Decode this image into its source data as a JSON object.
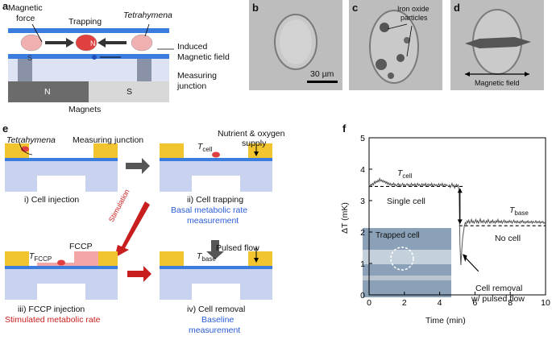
{
  "panels": {
    "a": "a",
    "b": "b",
    "c": "c",
    "d": "d",
    "e": "e",
    "f": "f"
  },
  "panel_a": {
    "magnetic_force": "Magnetic",
    "magnetic_force2": "force",
    "trapping": "Trapping",
    "tetrahymena": "Tetrahymena",
    "induced1": "Induced",
    "induced2": "Magnetic field",
    "measuring1": "Measuring",
    "measuring2": "junction",
    "magnet_n": "N",
    "magnet_s": "S",
    "magnets": "Magnets",
    "bead_s": "S",
    "bead_n": "N"
  },
  "panel_b": {
    "scalebar": "30 µm"
  },
  "panel_c": {
    "label1": "Iron oxide",
    "label2": "particles"
  },
  "panel_d": {
    "label": "Magnetic field"
  },
  "panel_e": {
    "tetrahymena": "Tetrahymena",
    "measuring_junction": "Measuring junction",
    "nutrient1": "Nutrient & oxygen",
    "nutrient2": "supply",
    "tcell": "T",
    "tcell_sub": "cell",
    "step1": "i) Cell injection",
    "step2": "ii) Cell trapping",
    "step2_sub1": "Basal metabolic rate",
    "step2_sub2": "measurement",
    "stimulation": "Stimulation",
    "fccp": "FCCP",
    "tfccp": "T",
    "tfccp_sub": "FCCP",
    "pulsed": "Pulsed flow",
    "tbase": "T",
    "tbase_sub": "base",
    "step3": "iii) FCCP injection",
    "step3_sub": "Stimulated metabolic rate",
    "step4": "iv) Cell removal",
    "step4_sub1": "Baseline",
    "step4_sub2": "measurement"
  },
  "chart_data": {
    "type": "line",
    "xlabel": "Time (min)",
    "ylabel": "ΔT (mK)",
    "xlim": [
      0,
      10
    ],
    "ylim": [
      0,
      5
    ],
    "xticks": [
      "0",
      "2",
      "4",
      "6",
      "8",
      "10"
    ],
    "yticks": [
      "0",
      "1",
      "2",
      "3",
      "4",
      "5"
    ],
    "series": [
      {
        "x": [
          4.5,
          4.55,
          4.6,
          4.65,
          4.7,
          4.75,
          4.8,
          4.85,
          4.9,
          4.95,
          5.0,
          5.05,
          5.1,
          5.15,
          5.2,
          5.25,
          5.3,
          5.35,
          5.4,
          5.45,
          5.5,
          5.55,
          5.6,
          5.65,
          5.7,
          5.75,
          5.8,
          5.85,
          5.9,
          5.95,
          6.0,
          6.05,
          6.1,
          6.15,
          6.2,
          6.25,
          6.3,
          6.35,
          6.4,
          6.45,
          6.5,
          6.55,
          6.6,
          6.65,
          6.7,
          6.75,
          6.8,
          6.85,
          6.9,
          6.95,
          7.0,
          7.05,
          7.1,
          7.15,
          7.2,
          7.25,
          7.3,
          7.35,
          7.4,
          7.45,
          7.5,
          7.55,
          7.6,
          7.65,
          7.7,
          7.75,
          7.8,
          7.85,
          7.9,
          7.95,
          8.0,
          8.05,
          8.1,
          8.15,
          8.2,
          8.25,
          8.3,
          8.35,
          8.4,
          8.45,
          8.5,
          8.55,
          8.6,
          8.65,
          8.7,
          8.75,
          8.8,
          8.85,
          8.9,
          8.95,
          9.0,
          9.05,
          9.1,
          9.15,
          9.2,
          9.25,
          9.3,
          9.35,
          9.4,
          9.45,
          9.5,
          9.55,
          9.6,
          9.65,
          9.7,
          9.75,
          9.8,
          9.85,
          9.9,
          9.95,
          10.0
        ],
        "y": [
          3.45,
          3.5,
          3.42,
          3.48,
          3.55,
          3.45,
          3.5,
          3.4,
          3.47,
          3.52,
          3.45,
          3.5,
          3.3,
          1.6,
          0.95,
          1.4,
          1.8,
          2.0,
          2.2,
          2.3,
          2.25,
          2.35,
          2.3,
          2.38,
          2.28,
          2.32,
          2.4,
          2.3,
          2.35,
          2.28,
          2.33,
          2.4,
          2.3,
          2.36,
          2.28,
          2.34,
          2.42,
          2.3,
          2.35,
          2.3,
          2.38,
          2.32,
          2.28,
          2.36,
          2.3,
          2.4,
          2.33,
          2.28,
          2.35,
          2.3,
          2.38,
          2.3,
          2.34,
          2.28,
          2.36,
          2.31,
          2.4,
          2.3,
          2.35,
          2.3,
          2.36,
          2.28,
          2.33,
          2.38,
          2.3,
          2.35,
          2.29,
          2.34,
          2.3,
          2.37,
          2.31,
          2.35,
          2.28,
          2.33,
          2.38,
          2.3,
          2.34,
          2.29,
          2.36,
          2.3,
          2.33,
          2.28,
          2.35,
          2.31,
          2.37,
          2.3,
          2.33,
          2.28,
          2.34,
          2.3,
          2.36,
          2.29,
          2.33,
          2.3,
          2.35,
          2.28,
          2.34,
          2.31,
          2.3,
          2.36,
          2.29,
          2.33,
          2.3,
          2.35,
          2.28,
          2.33,
          2.3,
          2.34,
          2.28,
          2.3,
          2.25
        ]
      },
      {
        "x": [
          0,
          0.05,
          0.1,
          0.15,
          0.2,
          0.25,
          0.3,
          0.35,
          0.4,
          0.45,
          0.5,
          0.55,
          0.6,
          0.65,
          0.7,
          0.75,
          0.8,
          0.85,
          0.9,
          0.95,
          1.0,
          1.05,
          1.1,
          1.15,
          1.2,
          1.25,
          1.3,
          1.35,
          1.4,
          1.45,
          1.5,
          1.55,
          1.6,
          1.65,
          1.7,
          1.75,
          1.8,
          1.85,
          1.9,
          1.95,
          2.0,
          2.05,
          2.1,
          2.15,
          2.2,
          2.25,
          2.3,
          2.35,
          2.4,
          2.45,
          2.5,
          2.55,
          2.6,
          2.65,
          2.7,
          2.75,
          2.8,
          2.85,
          2.9,
          2.95,
          3.0,
          3.05,
          3.1,
          3.15,
          3.2,
          3.25,
          3.3,
          3.35,
          3.4,
          3.45,
          3.5,
          3.55,
          3.6,
          3.65,
          3.7,
          3.75,
          3.8,
          3.85,
          3.9,
          3.95,
          4.0,
          4.05,
          4.1,
          4.15,
          4.2,
          4.25,
          4.3,
          4.35,
          4.4,
          4.45
        ],
        "y": [
          3.5,
          3.45,
          3.52,
          3.48,
          3.55,
          3.5,
          3.6,
          3.55,
          3.62,
          3.58,
          3.65,
          3.6,
          3.7,
          3.62,
          3.66,
          3.6,
          3.64,
          3.58,
          3.62,
          3.55,
          3.6,
          3.52,
          3.57,
          3.5,
          3.55,
          3.48,
          3.53,
          3.5,
          3.56,
          3.48,
          3.52,
          3.46,
          3.5,
          3.55,
          3.48,
          3.52,
          3.45,
          3.5,
          3.55,
          3.48,
          3.52,
          3.46,
          3.5,
          3.54,
          3.48,
          3.52,
          3.46,
          3.5,
          3.55,
          3.47,
          3.52,
          3.48,
          3.54,
          3.46,
          3.5,
          3.55,
          3.48,
          3.52,
          3.46,
          3.5,
          3.54,
          3.47,
          3.52,
          3.48,
          3.55,
          3.46,
          3.5,
          3.53,
          3.47,
          3.52,
          3.48,
          3.55,
          3.46,
          3.5,
          3.53,
          3.47,
          3.51,
          3.46,
          3.5,
          3.54,
          3.47,
          3.52,
          3.48,
          3.55,
          3.46,
          3.5,
          3.53,
          3.47,
          3.51,
          3.46
        ]
      }
    ],
    "ref_lines": [
      {
        "y": 3.45,
        "x": [
          0,
          5.3
        ],
        "style": "dashed"
      },
      {
        "y": 2.2,
        "x": [
          5.1,
          10
        ],
        "style": "dashed"
      }
    ],
    "annotations": {
      "tcell": "T",
      "tcell_sub": "cell",
      "single": "Single cell",
      "tbase": "T",
      "tbase_sub": "base",
      "nocell": "No cell",
      "removal1": "Cell removal",
      "removal2": "w/ pulsed flow",
      "inset": "Trapped cell"
    }
  },
  "colors": {
    "blue": "#2a5bd7",
    "red": "#c81e1e",
    "gold": "#f2c530",
    "light_blue": "#c9d2ef",
    "pink": "#f3a6a6"
  }
}
